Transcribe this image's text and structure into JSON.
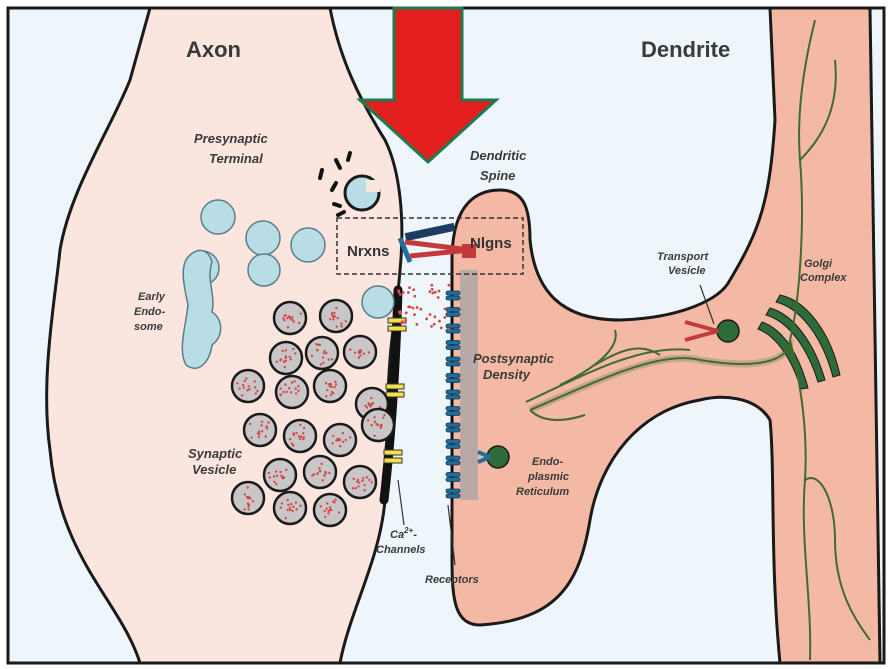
{
  "labels": {
    "axon": "Axon",
    "dendrite": "Dendrite",
    "presynaptic_1": "Presynaptic",
    "presynaptic_2": "Terminal",
    "dendritic_1": "Dendritic",
    "dendritic_2": "Spine",
    "nrxns": "Nrxns",
    "nlgns": "Nlgns",
    "early_1": "Early",
    "early_2": "Endo-",
    "early_3": "some",
    "postsyn_1": "Postsynaptic",
    "postsyn_2": "Density",
    "synaptic_1": "Synaptic",
    "synaptic_2": "Vesicle",
    "ca_1": "Ca",
    "ca_sup": "2+",
    "ca_dash": "-",
    "ca_2": "Channels",
    "receptors": "Receptors",
    "transport_1": "Transport",
    "transport_2": "Vesicle",
    "golgi_1": "Golgi",
    "golgi_2": "Complex",
    "er_1": "Endo-",
    "er_2": "plasmic",
    "er_3": "Reticulum"
  },
  "colors": {
    "background": "#eef6fb",
    "axon_fill": "#fbe5df",
    "dendrite_fill": "#f4b9a4",
    "vesicle_fill": "#b9dde6",
    "golgi_fill": "#2e6b3a",
    "er_fill": "#c9e6a4",
    "receptor_blue": "#1f6e9c",
    "arrow_red": "#e31e1e",
    "arrow_outline": "#1c7a4e"
  }
}
